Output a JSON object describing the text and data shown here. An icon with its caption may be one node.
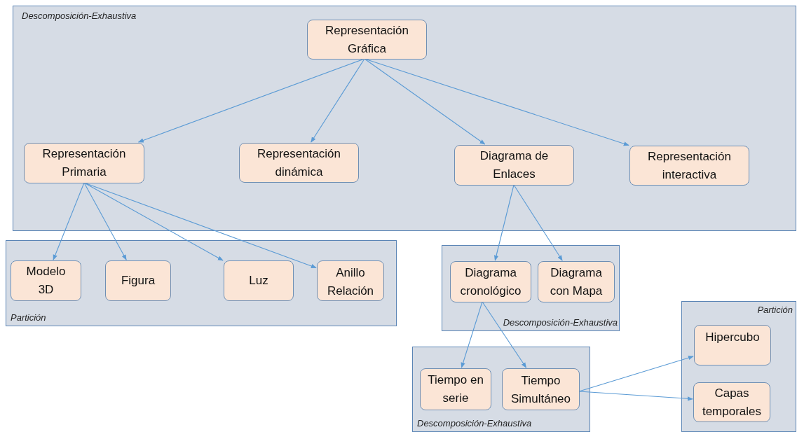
{
  "diagram": {
    "nodes": [
      {
        "text": [
          "Descomposición-Exhaustiva"
        ]
      },
      {
        "text": [
          "Representación Gráfica"
        ],
        "in": 0
      },
      {
        "text": [
          "Representación Primaria"
        ],
        "in": 0
      },
      {
        "text": [
          "Representación dinámica"
        ],
        "in": 0
      },
      {
        "text": [
          "Diagrama de Enlaces"
        ],
        "in": 0
      },
      {
        "text": [
          "Representación interactiva"
        ],
        "in": 0
      },
      {
        "text": [
          "Partición"
        ]
      },
      {
        "text": [
          "Modelo 3D"
        ],
        "in": 6
      },
      {
        "text": [
          "Figura"
        ],
        "in": 6
      },
      {
        "text": [
          "Luz"
        ],
        "in": 6
      },
      {
        "text": [
          "Anillo Relación"
        ],
        "in": 6
      },
      {
        "text": [
          "Descomposición-Exhaustiva"
        ]
      },
      {
        "text": [
          "Diagrama cronológico"
        ],
        "in": 11
      },
      {
        "text": [
          "Diagrama con Mapa"
        ],
        "in": 11
      },
      {
        "text": [
          "Descomposición-Exhaustiva"
        ]
      },
      {
        "text": [
          "Tiempo en serie"
        ],
        "in": 14
      },
      {
        "text": [
          "Tiempo Simultáneo"
        ],
        "in": 14
      },
      {
        "text": [
          "Partición"
        ]
      },
      {
        "text": [
          "Hipercubo"
        ],
        "in": 17
      },
      {
        "text": [
          "Capas temporales"
        ],
        "in": 17
      }
    ],
    "edges": [
      {
        "from": 1,
        "to": 2,
        "arrow": "to"
      },
      {
        "from": 1,
        "to": 3,
        "arrow": "to"
      },
      {
        "from": 1,
        "to": 4,
        "arrow": "to"
      },
      {
        "from": 1,
        "to": 5,
        "arrow": "to"
      },
      {
        "from": 2,
        "to": 7,
        "arrow": "to"
      },
      {
        "from": 2,
        "to": 8,
        "arrow": "to"
      },
      {
        "from": 2,
        "to": 9,
        "arrow": "to"
      },
      {
        "from": 2,
        "to": 10,
        "arrow": "to"
      },
      {
        "from": 4,
        "to": 12,
        "arrow": "to"
      },
      {
        "from": 4,
        "to": 13,
        "arrow": "to"
      },
      {
        "from": 12,
        "to": 15,
        "arrow": "to"
      },
      {
        "from": 12,
        "to": 16,
        "arrow": "to"
      },
      {
        "from": 16,
        "to": 18,
        "arrow": "to"
      },
      {
        "from": 16,
        "to": 19,
        "arrow": "to"
      }
    ]
  }
}
